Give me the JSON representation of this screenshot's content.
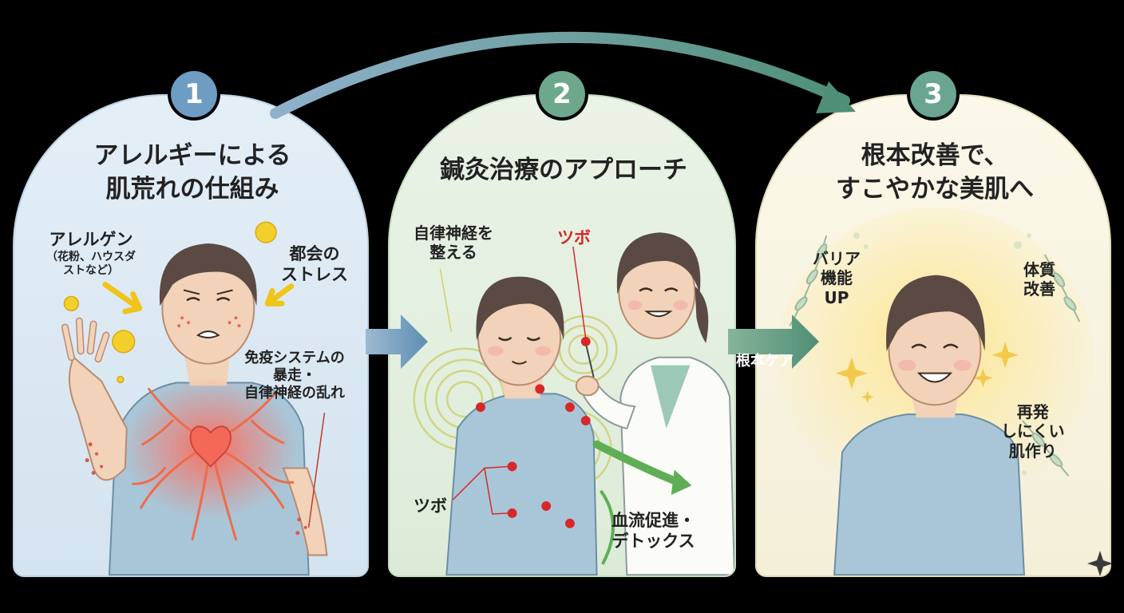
{
  "steps": [
    {
      "number": "1",
      "title_line1": "アレルギーによる",
      "title_line2": "肌荒れの仕組み",
      "labels": {
        "allergen": "アレルゲン",
        "allergen_note_line1": "（花粉、ハウスダ",
        "allergen_note_line2": "ストなど）",
        "stress_line1": "都会の",
        "stress_line2": "ストレス",
        "immune_line1": "免疫システムの",
        "immune_line2": "暴走・",
        "immune_line3": "自律神経の乱れ"
      }
    },
    {
      "number": "2",
      "title": "鍼灸治療のアプローチ",
      "labels": {
        "autonomic_line1": "自律神経を",
        "autonomic_line2": "整える",
        "tsubo_top": "ツボ",
        "tsubo_bottom": "ツボ",
        "bloodflow_line1": "血流促進・",
        "bloodflow_line2": "デトックス"
      }
    },
    {
      "number": "3",
      "title_line1": "根本改善で、",
      "title_line2": "すこやかな美肌へ",
      "labels": {
        "barrier_line1": "バリア",
        "barrier_line2": "機能",
        "barrier_line3": "UP",
        "constitution_line1": "体質",
        "constitution_line2": "改善",
        "recurrence_line1": "再発",
        "recurrence_line2": "しにくい",
        "recurrence_line3": "肌作り"
      }
    }
  ],
  "connectors": {
    "step2_to_step3_label": "根本ケア"
  },
  "colors": {
    "panel1": "#dbe8f3",
    "panel2": "#e3efdf",
    "panel3": "#f8f4e1",
    "tsubo_red": "#d62828",
    "inflammation": "#f05a4a",
    "badge1": "#6e9cc3",
    "badge2": "#6ea88c",
    "badge3": "#6aa591"
  }
}
